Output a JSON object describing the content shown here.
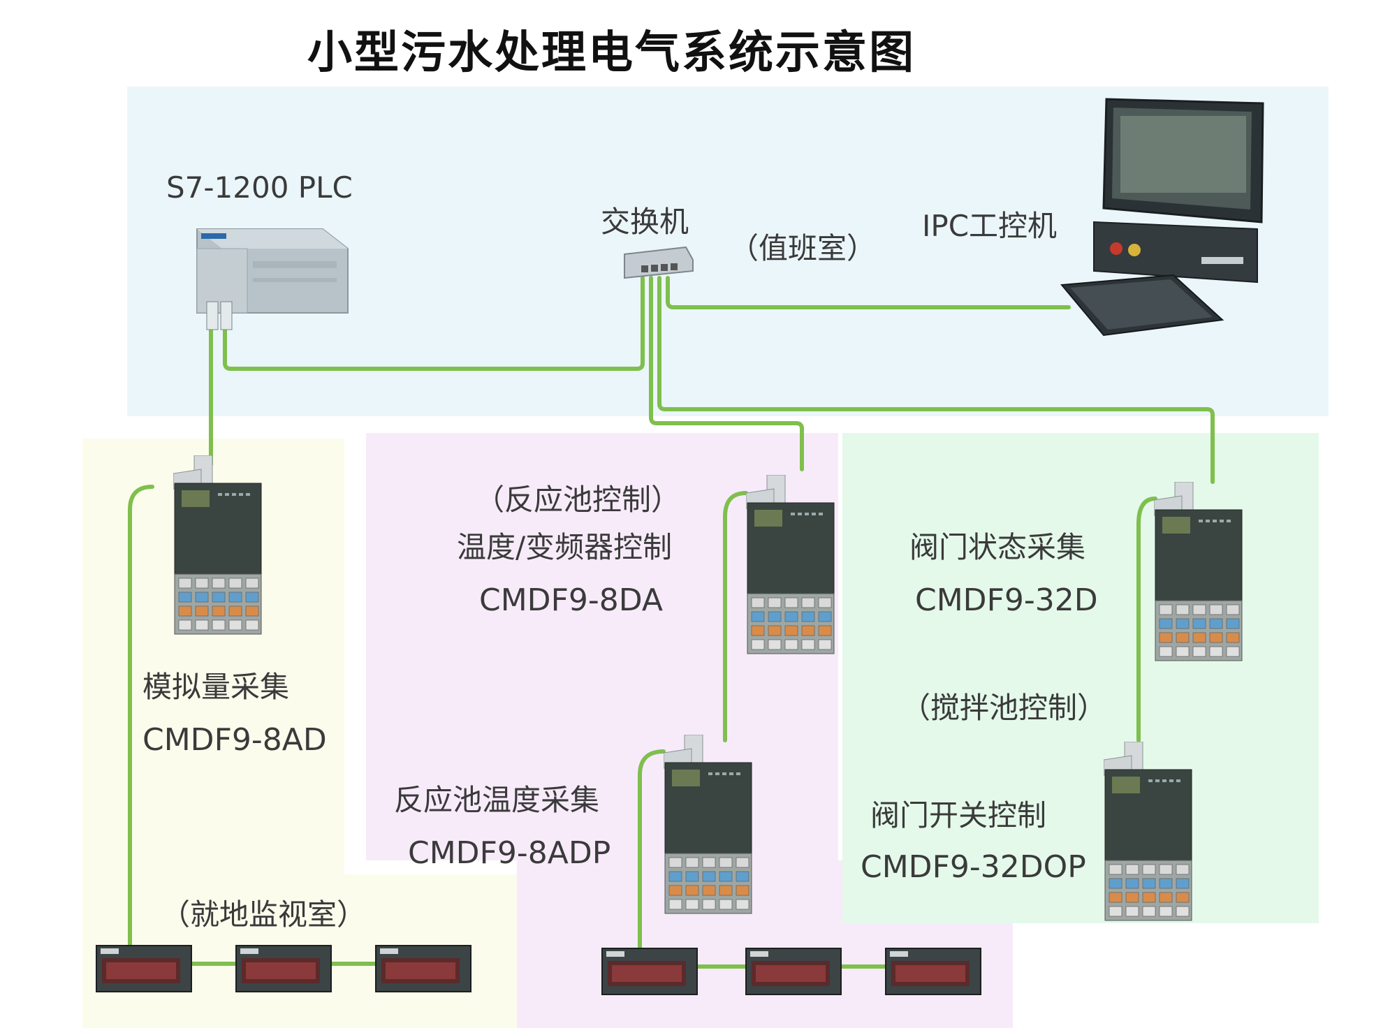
{
  "title": "小型污水处理电气系统示意图",
  "top_zone": {
    "plc_label": "S7-1200  PLC",
    "switch_label": "交换机",
    "room_label": "（值班室）",
    "ipc_label": "IPC工控机"
  },
  "yellow_zone": {
    "function_label": "模拟量采集",
    "model": "CMDF9-8AD",
    "room_label": "（就地监视室）"
  },
  "purple_zone": {
    "group_label": "（反应池控制）",
    "function_label": "温度/变频器控制",
    "model": "CMDF9-8DA",
    "function_label_2": "反应池温度采集",
    "model_2": "CMDF9-8ADP"
  },
  "green_zone": {
    "function_label": "阀门状态采集",
    "model": "CMDF9-32D",
    "group_label": "（搅拌池控制）",
    "function_label_2": "阀门开关控制",
    "model_2": "CMDF9-32DOP"
  },
  "colors": {
    "cable": "#7fbf4d",
    "top_zone": "#ebf6fb",
    "yellow_zone": "#fbfcec",
    "purple_zone": "#f7ebfa",
    "green_zone": "#e4f9ea"
  },
  "icons": [
    "plc-device-icon",
    "network-switch-icon",
    "ipc-computer-icon",
    "io-module-icon",
    "digital-display-icon"
  ]
}
